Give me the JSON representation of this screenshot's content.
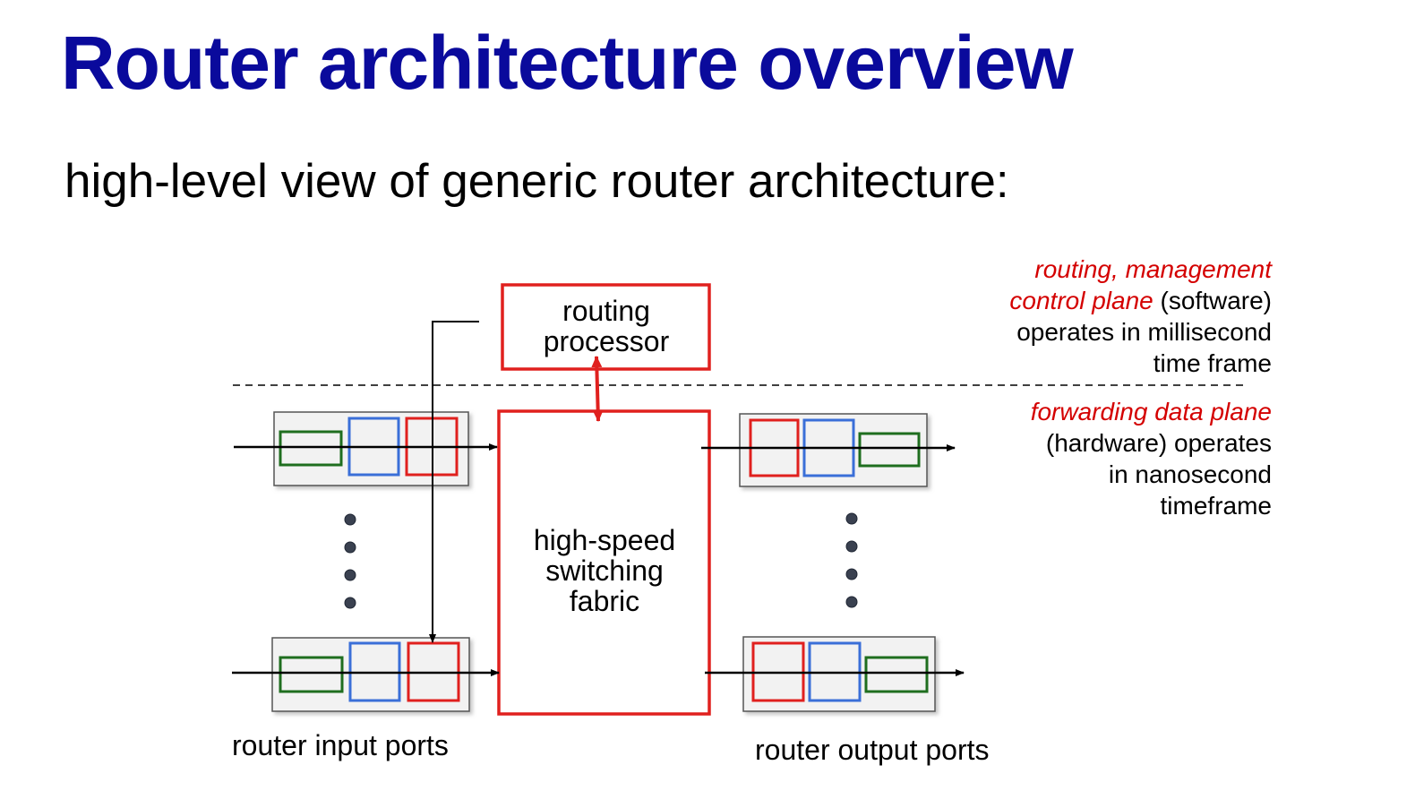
{
  "slide": {
    "title": "Router architecture overview",
    "subtitle": "high-level view of generic router architecture:"
  },
  "diagram": {
    "routing_processor": {
      "line1": "routing",
      "line2": "processor"
    },
    "fabric": {
      "line1": "high-speed",
      "line2": "switching",
      "line3": "fabric"
    },
    "input_ports_label": "router input ports",
    "output_ports_label": "router output ports",
    "control_plane_note": {
      "line1": "routing, management",
      "line2_em": "control plane",
      "line2_rest": " (software)",
      "line3": "operates in millisecond",
      "line4": "time frame"
    },
    "data_plane_note": {
      "line1": "forwarding data plane",
      "line2": "(hardware) operates",
      "line3": "in nanosecond",
      "line4": "timeframe"
    },
    "colors": {
      "title": "#0a0a9c",
      "highlight": "#d40000",
      "queue_red": "#e0201e",
      "queue_blue": "#3a6fd8",
      "queue_green": "#1f6e1f",
      "port_box_fill": "#f2f2f2",
      "ellipsis_dot": "#3a4150"
    }
  }
}
